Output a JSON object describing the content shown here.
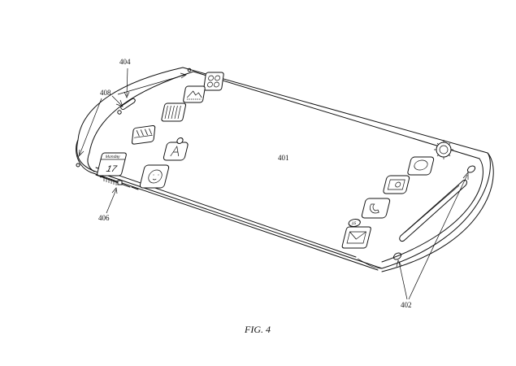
{
  "figure": {
    "caption": "FIG. 4",
    "labels": {
      "display": "401",
      "end_caps": "402",
      "top_button": "404",
      "volume_control": "406",
      "side_elements": "408"
    },
    "icon_text": {
      "calendar_day": "Monday",
      "calendar_date": "17",
      "message_badge": "15"
    },
    "icons": [
      "settings-cluster-icon",
      "photos-icon",
      "notes-icon",
      "video-icon",
      "app-store-icon",
      "calendar-icon",
      "clock-icon",
      "gear-icon",
      "messages-icon",
      "camera-icon",
      "phone-icon",
      "mail-icon"
    ]
  }
}
